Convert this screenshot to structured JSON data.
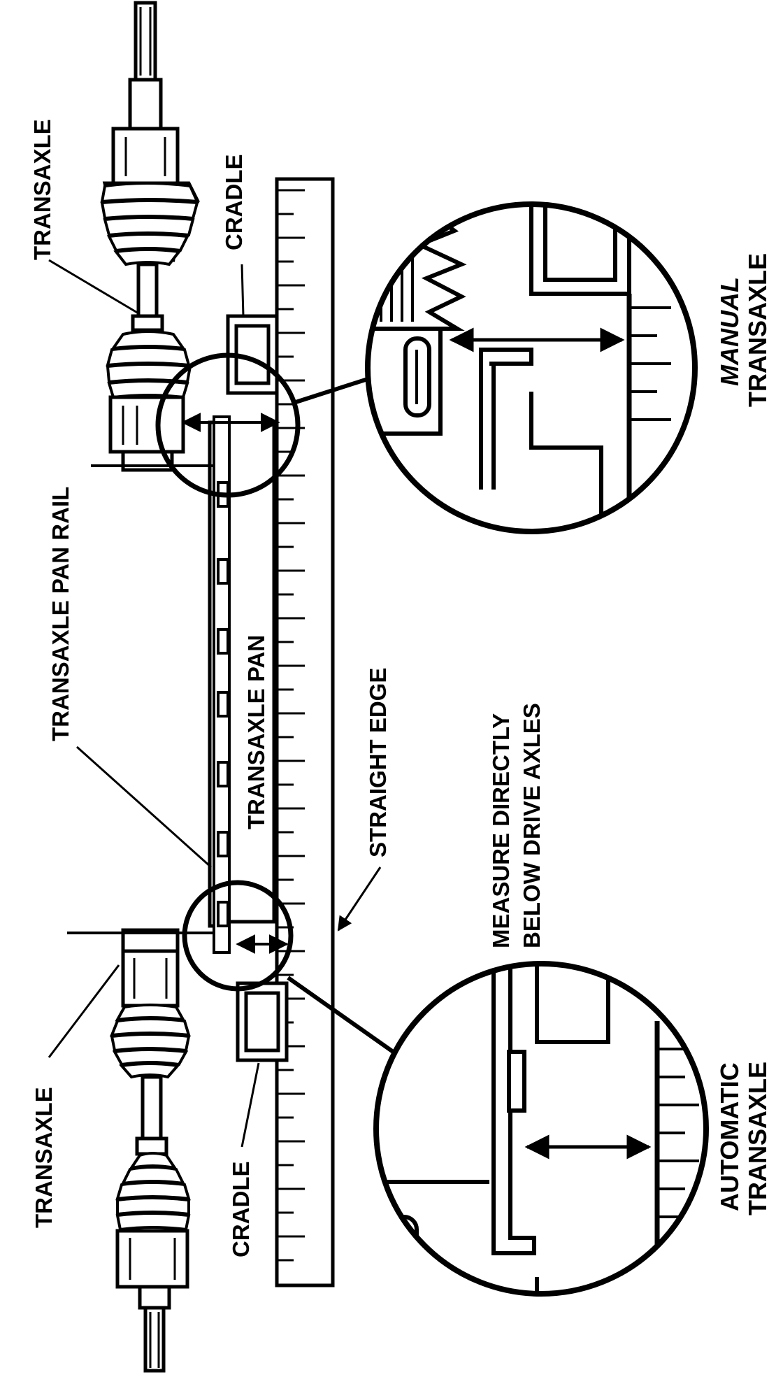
{
  "labels": {
    "transaxle_top": "TRANSAXLE",
    "transaxle_bottom": "TRANSAXLE",
    "cradle_top": "CRADLE",
    "cradle_bottom": "CRADLE",
    "pan_rail": "TRANSAXLE PAN RAIL",
    "pan": "TRANSAXLE PAN",
    "straight_edge": "STRAIGHT EDGE",
    "measure_line1": "MEASURE DIRECTLY",
    "measure_line2": "BELOW DRIVE AXLES",
    "manual_line1": "MANUAL",
    "manual_line2": "TRANSAXLE",
    "automatic_line1": "AUTOMATIC",
    "automatic_line2": "TRANSAXLE"
  }
}
